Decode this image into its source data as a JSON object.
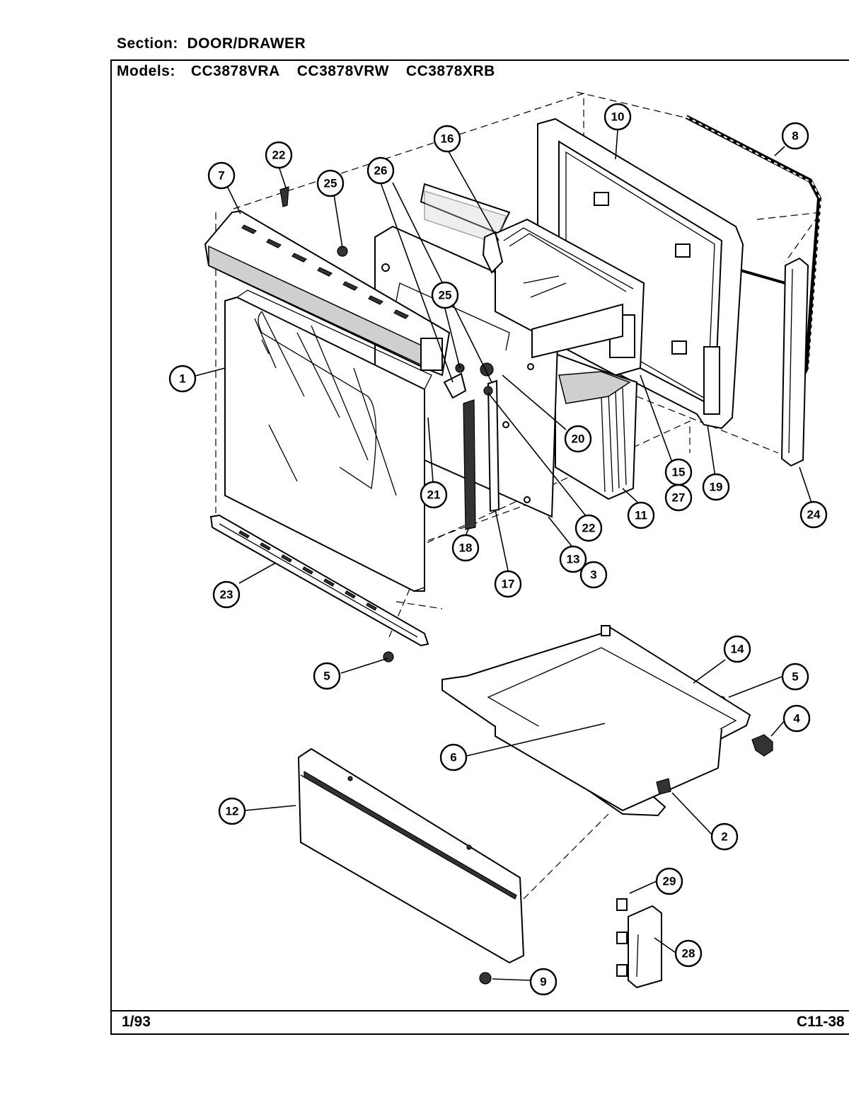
{
  "header": {
    "section_label": "Section:",
    "section_value": "DOOR/DRAWER",
    "models_label": "Models:",
    "models": [
      "CC3878VRA",
      "CC3878VRW",
      "CC3878XRB"
    ]
  },
  "footer": {
    "date": "1/93",
    "code": "C11-38"
  },
  "callouts": [
    {
      "id": "c1",
      "num": "1"
    },
    {
      "id": "c2",
      "num": "2"
    },
    {
      "id": "c3",
      "num": "3"
    },
    {
      "id": "c4",
      "num": "4"
    },
    {
      "id": "c5a",
      "num": "5"
    },
    {
      "id": "c5b",
      "num": "5"
    },
    {
      "id": "c6",
      "num": "6"
    },
    {
      "id": "c7",
      "num": "7"
    },
    {
      "id": "c8",
      "num": "8"
    },
    {
      "id": "c9",
      "num": "9"
    },
    {
      "id": "c10",
      "num": "10"
    },
    {
      "id": "c11",
      "num": "11"
    },
    {
      "id": "c12",
      "num": "12"
    },
    {
      "id": "c13",
      "num": "13"
    },
    {
      "id": "c14",
      "num": "14"
    },
    {
      "id": "c15",
      "num": "15"
    },
    {
      "id": "c16",
      "num": "16"
    },
    {
      "id": "c17",
      "num": "17"
    },
    {
      "id": "c18",
      "num": "18"
    },
    {
      "id": "c19",
      "num": "19"
    },
    {
      "id": "c20",
      "num": "20"
    },
    {
      "id": "c21",
      "num": "21"
    },
    {
      "id": "c22a",
      "num": "22"
    },
    {
      "id": "c22b",
      "num": "22"
    },
    {
      "id": "c23",
      "num": "23"
    },
    {
      "id": "c24",
      "num": "24"
    },
    {
      "id": "c25a",
      "num": "25"
    },
    {
      "id": "c25b",
      "num": "25"
    },
    {
      "id": "c26",
      "num": "26"
    },
    {
      "id": "c27",
      "num": "27"
    },
    {
      "id": "c28",
      "num": "28"
    },
    {
      "id": "c29",
      "num": "29"
    }
  ]
}
